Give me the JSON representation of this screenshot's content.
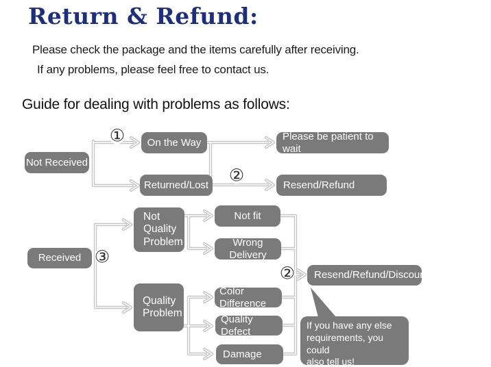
{
  "header": {
    "title": "Return & Refund:",
    "intro_line1": "Please check the package and the items carefully after receiving.",
    "intro_line2": "If any problems, please feel free to contact us.",
    "guide_heading": "Guide for dealing with problems as follows:"
  },
  "colors": {
    "title_navy": "#1d2f7a",
    "box_gray": "#7a7a7a",
    "box_text": "#ffffff",
    "connector_gray": "#c5c5c5",
    "step_badge_ink": "#2b2b2b",
    "background": "#ffffff"
  },
  "flowchart": {
    "nodes": [
      {
        "id": "not-received",
        "label": "Not Received"
      },
      {
        "id": "on-the-way",
        "label": "On the Way"
      },
      {
        "id": "returned-lost",
        "label": "Returned/Lost"
      },
      {
        "id": "please-be-patient",
        "label": "Please be patient to wait"
      },
      {
        "id": "resend-refund",
        "label": "Resend/Refund"
      },
      {
        "id": "received",
        "label": "Received"
      },
      {
        "id": "not-quality-problem",
        "label": "Not Quality Problem"
      },
      {
        "id": "not-fit",
        "label": "Not fit"
      },
      {
        "id": "wrong-delivery",
        "label": "Wrong Delivery"
      },
      {
        "id": "quality-problem",
        "label": "Quality Problem"
      },
      {
        "id": "color-difference",
        "label": "Color Difference"
      },
      {
        "id": "quality-defect",
        "label": "Quality Defect"
      },
      {
        "id": "damage",
        "label": "Damage"
      },
      {
        "id": "resend-refund-discount",
        "label": "Resend/Refund/Discount"
      }
    ],
    "step_badges": [
      {
        "id": "step-1",
        "glyph": "①"
      },
      {
        "id": "step-2",
        "glyph": "②"
      },
      {
        "id": "step-3",
        "glyph": "③"
      },
      {
        "id": "step-2-repeat",
        "glyph": "②"
      }
    ],
    "note": {
      "line1": "If you have any else",
      "line2": "requirements, you could",
      "line3": "also tell us!"
    }
  }
}
